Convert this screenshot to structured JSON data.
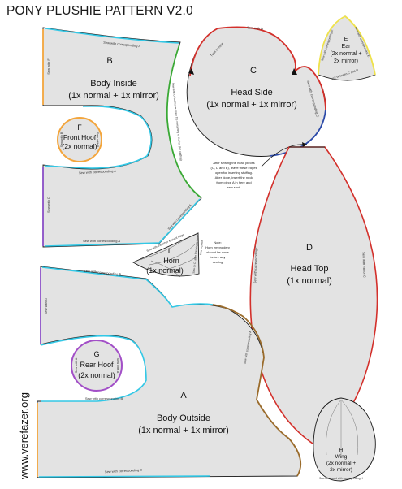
{
  "title": "PONY PLUSHIE PATTERN V2.0",
  "watermark": "www.verefazer.org",
  "pieces": {
    "B": {
      "letter": "B",
      "name": "Body Inside",
      "qty": "(1x normal + 1x mirror)"
    },
    "C": {
      "letter": "C",
      "name": "Head Side",
      "qty": "(1x normal + 1x mirror)"
    },
    "E": {
      "letter": "E",
      "name": "Ear",
      "qty1": "(2x normal +",
      "qty2": "2x mirror)"
    },
    "F": {
      "letter": "F",
      "name": "Front Hoof",
      "qty": "(2x normal)"
    },
    "I": {
      "letter": "I",
      "name": "Horn",
      "qty": "(1x normal)"
    },
    "D": {
      "letter": "D",
      "name": "Head Top",
      "qty": "(1x normal)"
    },
    "G": {
      "letter": "G",
      "name": "Rear Hoof",
      "qty": "(2x normal)"
    },
    "A": {
      "letter": "A",
      "name": "Body Outside",
      "qty": "(1x normal + 1x mirror)"
    },
    "H": {
      "letter": "H",
      "name": "Wing",
      "qty1": "(2x normal +",
      "qty2": "2x mirror)"
    }
  },
  "edge_labels": {
    "b_top": "Sew with corresponding A",
    "b_left": "Sew with F",
    "b_mid": "Sew with corresponding A",
    "b_lower_left": "Sew with D",
    "b_bottom": "Sew with corresponding A",
    "b_right": "Sew with D, but leave open the remaining of the leg (for stuffing)",
    "b_right2": "Sew with corresponding A",
    "c_top": "Sew with D",
    "c_tuck": "Tuck in here",
    "c_right": "Sew with corresponding C",
    "e_right": "Sew with corresponding E",
    "e_left": "Sew with corresponding E",
    "e_bottom": "Tuck between C and D",
    "f_left": "Sew with B",
    "f_right": "Sew with B",
    "i_top": "Sew with the other straight edge",
    "i_right": "Sew on D, after finishing to head",
    "i_right2": "Sew in place",
    "d_left": "Sew with corresponding C",
    "d_right": "Sew with mirror C",
    "a_top": "Sew with corresponding B",
    "a_left": "Sew with G",
    "a_mid": "Sew with corresponding B",
    "a_right": "Sew with corresponding A",
    "a_bottom": "Sew with corresponding B",
    "g_left": "Sew with A",
    "g_right": "Sew with A",
    "h_bottom": "Sew all around with corresponding H"
  },
  "notes": {
    "head": [
      "After sewing the head pieces",
      "(C, D and E), leave these edges",
      "open for inserting stuffing.",
      "After done, insert the neck",
      "from piece A in here and",
      "sew shut."
    ],
    "horn": [
      "Note:",
      "Horn embroidery",
      "should be done",
      "before any",
      "sewing"
    ]
  },
  "colors": {
    "outline": "#1a1a1a",
    "fill": "#e3e3e3",
    "cyan": "#33c8e6",
    "orange": "#f3a53c",
    "purple": "#8a4fc7",
    "green": "#3aa935",
    "red": "#d3302b",
    "blue": "#2b4aa8",
    "yellow": "#efe24a",
    "brown": "#9a6b2b"
  }
}
